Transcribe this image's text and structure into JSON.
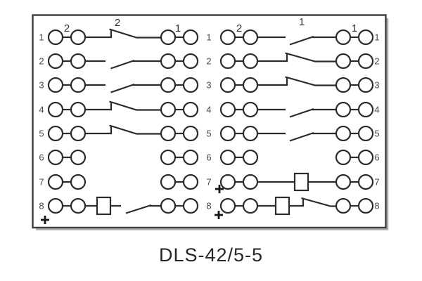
{
  "title": "DLS-42/5-5",
  "colors": {
    "ink": "#2b2b2b",
    "number": "#4a4a4a",
    "contact_label": "#333333",
    "border": "#3c3c3c",
    "border_shadow": "#ababab",
    "background": "#ffffff"
  },
  "rows": [
    {
      "label": "1",
      "left_contact": "hook",
      "right_contact": "plain"
    },
    {
      "label": "2",
      "left_contact": "plain",
      "right_contact": "hook"
    },
    {
      "label": "3",
      "left_contact": "plain",
      "right_contact": "hook"
    },
    {
      "label": "4",
      "left_contact": "hook",
      "right_contact": "plain"
    },
    {
      "label": "5",
      "left_contact": "hook",
      "right_contact": "plain"
    },
    {
      "label": "6",
      "left_contact": "none",
      "right_contact": "none"
    },
    {
      "label": "7",
      "left_contact": "none",
      "right_contact": "coil"
    },
    {
      "label": "8",
      "left_contact": "coil-plain",
      "right_contact": "coil-hook"
    }
  ],
  "contact_labels": {
    "left_group_pair": "2",
    "left_group_switch": "2",
    "left_group_right_pair": "1",
    "right_group_pair": "2",
    "right_group_switch": "1",
    "right_group_right_pair": "1"
  },
  "plus_marks": [
    {
      "id": "left-bank-bottom",
      "symbol": "+"
    },
    {
      "id": "right-bank-upper",
      "symbol": "+"
    },
    {
      "id": "right-bank-lower",
      "symbol": "+"
    }
  ]
}
